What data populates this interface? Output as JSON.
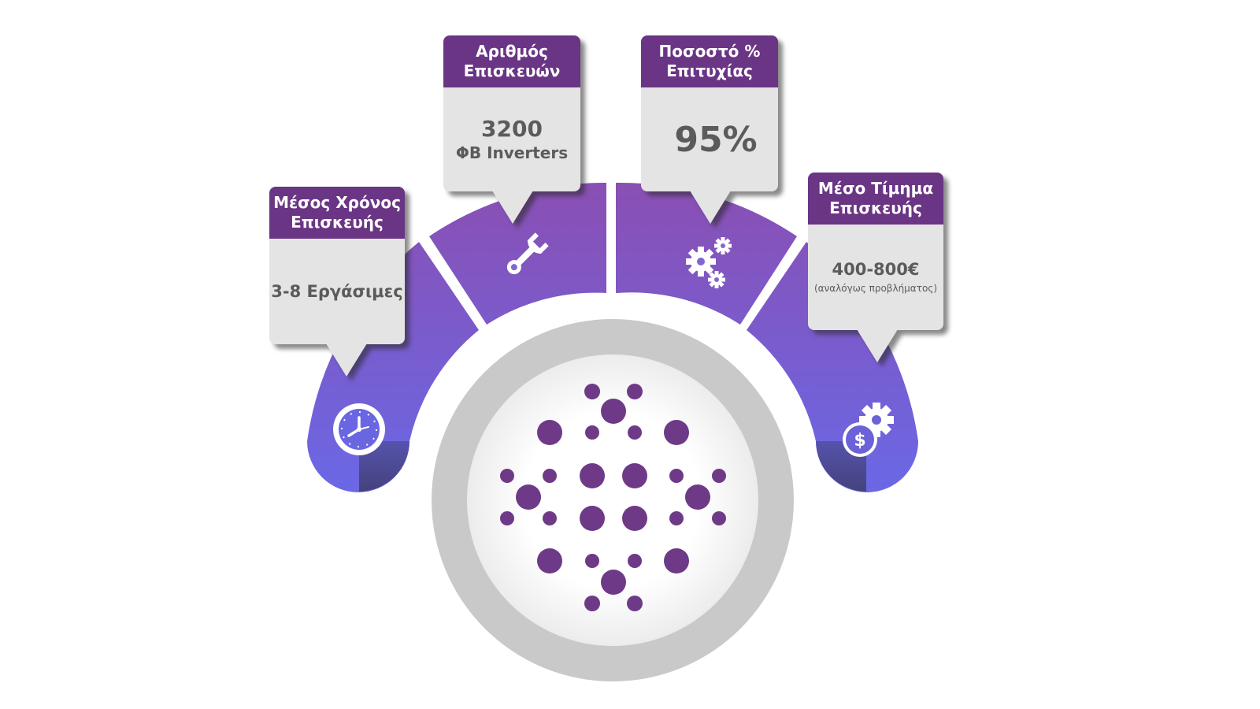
{
  "colors": {
    "header_purple": "#6a3584",
    "box_gray": "#e4e4e4",
    "text_gray": "#5b5b5b",
    "arc_top": "#8a4fb3",
    "arc_bottom": "#6a68e6",
    "dot_purple": "#6e3a87"
  },
  "cards": [
    {
      "title_line1": "Μέσος Χρόνος",
      "title_line2": "Επισκευής",
      "value": "3-8 Εργάσιμες",
      "icon": "clock-icon"
    },
    {
      "title_line1": "Αριθμός",
      "title_line2": "Επισκευών",
      "value": "3200",
      "sub": "ΦΒ Inverters",
      "icon": "wrench-icon"
    },
    {
      "title_line1": "Ποσοστό %",
      "title_line2": "Επιτυχίας",
      "value": "95%",
      "icon": "gears-icon"
    },
    {
      "title_line1": "Μέσο Τίμημα",
      "title_line2": "Επισκευής",
      "value": "400-800€",
      "sub": "(αναλόγως προβλήματος)",
      "icon": "money-gear-icon"
    }
  ],
  "center_icon": "dotted-flower-logo-icon"
}
